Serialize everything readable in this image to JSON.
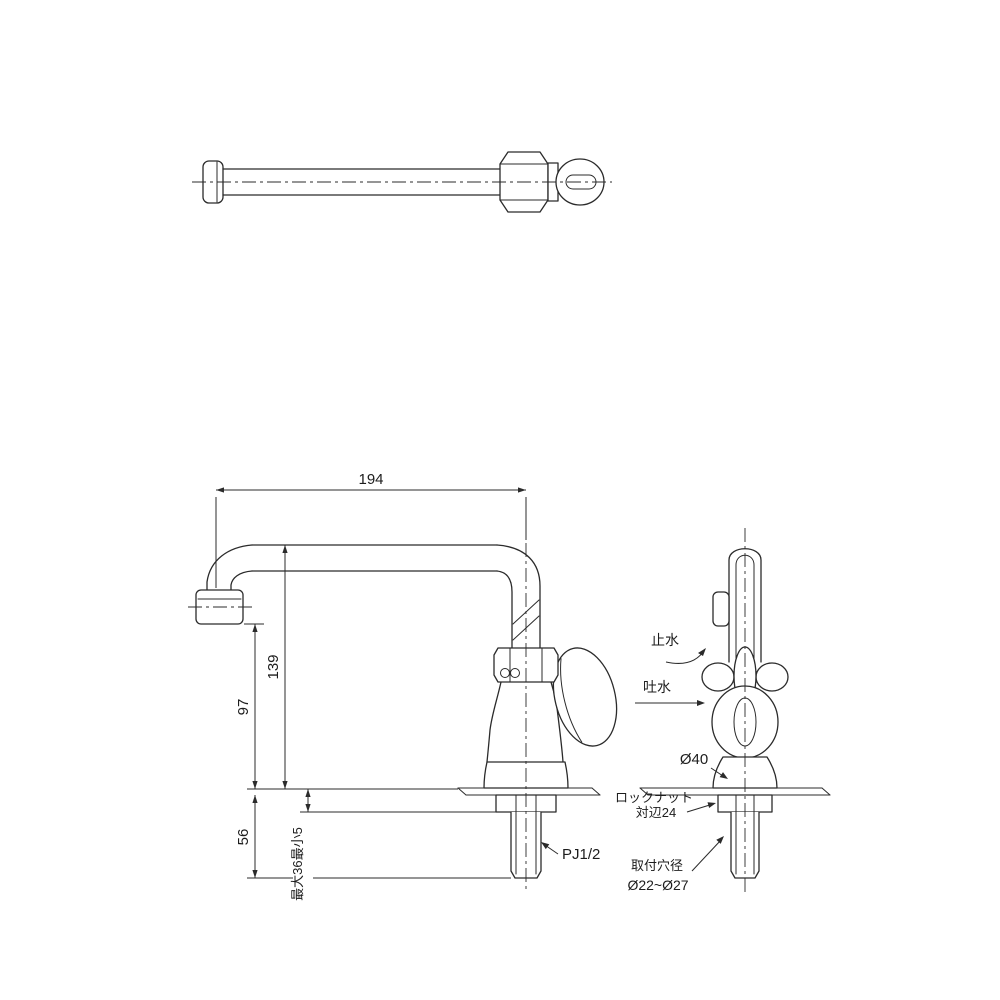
{
  "colors": {
    "ink": "#2b2b2b",
    "background": "#ffffff"
  },
  "labels": {
    "spout_reach": "194",
    "spout_height": "139",
    "outlet_height": "97",
    "shank_length": "56",
    "deck_thickness": "最大36最小5",
    "thread": "PJ1/2",
    "body_diameter": "Ø40",
    "stop_water": "止水",
    "discharge": "吐水",
    "locknut": "ロックナット",
    "locknut_flats": "対辺24",
    "mount_hole_title": "取付穴径",
    "mount_hole_range": "Ø22~Ø27"
  }
}
